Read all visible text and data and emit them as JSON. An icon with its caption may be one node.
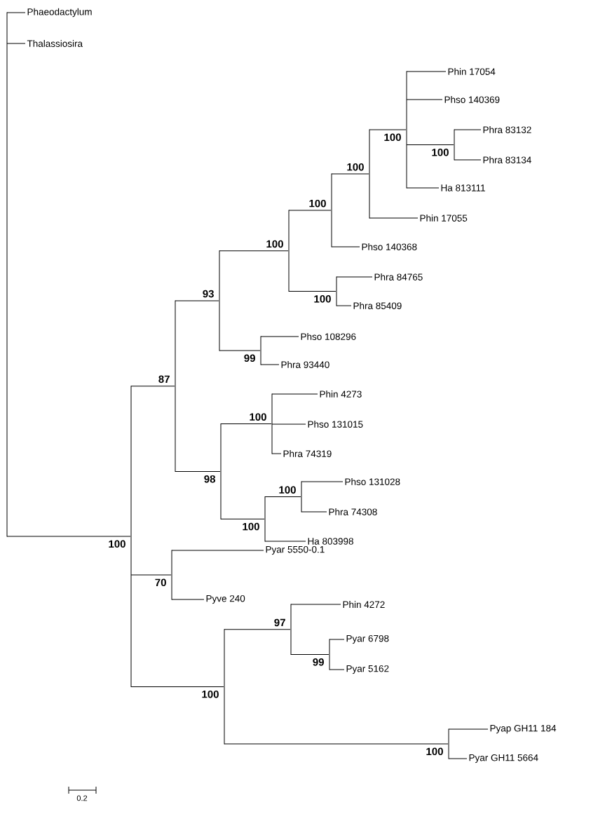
{
  "diagram": {
    "nodes": [
      {
        "text": [],
        "shape": "bar"
      },
      {
        "text": [
          "Phaeodactylum"
        ]
      },
      {
        "text": [
          "Thalassiosira"
        ]
      },
      {
        "text": [],
        "shape": "bar"
      },
      {
        "text": [],
        "shape": "bar"
      },
      {
        "text": [],
        "shape": "bar"
      },
      {
        "text": [],
        "shape": "bar"
      },
      {
        "text": [],
        "shape": "bar"
      },
      {
        "text": [],
        "shape": "bar"
      },
      {
        "text": [],
        "shape": "bar"
      },
      {
        "text": [
          "Phin 17054"
        ]
      },
      {
        "text": [
          "Phso 140369"
        ]
      },
      {
        "text": [],
        "shape": "bar"
      },
      {
        "text": [
          "Phra 83132"
        ]
      },
      {
        "text": [
          "Phra 83134"
        ]
      },
      {
        "text": [
          "Ha 813111"
        ]
      },
      {
        "text": [
          "Phin 17055"
        ]
      },
      {
        "text": [
          "Phso 140368"
        ]
      },
      {
        "text": [],
        "shape": "bar"
      },
      {
        "text": [
          "Phra 84765"
        ]
      },
      {
        "text": [
          "Phra 85409"
        ]
      },
      {
        "text": [],
        "shape": "bar"
      },
      {
        "text": [
          "Phso 108296"
        ]
      },
      {
        "text": [
          "Phra 93440"
        ]
      },
      {
        "text": [],
        "shape": "bar"
      },
      {
        "text": [],
        "shape": "bar"
      },
      {
        "text": [
          "Phin 4273"
        ]
      },
      {
        "text": [
          "Phso 131015"
        ]
      },
      {
        "text": [
          "Phra 74319"
        ]
      },
      {
        "text": [],
        "shape": "bar"
      },
      {
        "text": [],
        "shape": "bar"
      },
      {
        "text": [
          "Phso 131028"
        ]
      },
      {
        "text": [
          "Phra 74308"
        ]
      },
      {
        "text": [
          "Ha 803998"
        ]
      },
      {
        "text": [],
        "shape": "bar"
      },
      {
        "text": [
          "Pyar 5550-0.1"
        ]
      },
      {
        "text": [
          "Pyve 240"
        ]
      },
      {
        "text": [],
        "shape": "bar"
      },
      {
        "text": [],
        "shape": "bar"
      },
      {
        "text": [
          "Phin 4272"
        ]
      },
      {
        "text": [],
        "shape": "bar"
      },
      {
        "text": [
          "Pyar 6798"
        ]
      },
      {
        "text": [
          "Pyar 5162"
        ]
      },
      {
        "text": [],
        "shape": "bar"
      },
      {
        "text": [
          "Pyap GH11 184"
        ]
      },
      {
        "text": [
          "Pyar GH11 5664"
        ]
      }
    ],
    "edges": [
      {
        "from": 0,
        "to": 1,
        "arrow": "none"
      },
      {
        "from": 0,
        "to": 2,
        "arrow": "none"
      },
      {
        "from": 0,
        "to": 3,
        "arrow": "none",
        "label": "100"
      },
      {
        "from": 3,
        "to": 4,
        "arrow": "none",
        "label": "87"
      },
      {
        "from": 3,
        "to": 34,
        "arrow": "none",
        "label": "70"
      },
      {
        "from": 3,
        "to": 37,
        "arrow": "none",
        "label": "100"
      },
      {
        "from": 4,
        "to": 5,
        "arrow": "none",
        "label": "93"
      },
      {
        "from": 4,
        "to": 24,
        "arrow": "none",
        "label": "98"
      },
      {
        "from": 5,
        "to": 6,
        "arrow": "none",
        "label": "100"
      },
      {
        "from": 5,
        "to": 21,
        "arrow": "none",
        "label": "99"
      },
      {
        "from": 6,
        "to": 7,
        "arrow": "none",
        "label": "100"
      },
      {
        "from": 6,
        "to": 18,
        "arrow": "none",
        "label": "100"
      },
      {
        "from": 7,
        "to": 8,
        "arrow": "none",
        "label": "100"
      },
      {
        "from": 7,
        "to": 17,
        "arrow": "none"
      },
      {
        "from": 8,
        "to": 9,
        "arrow": "none",
        "label": "100"
      },
      {
        "from": 8,
        "to": 16,
        "arrow": "none"
      },
      {
        "from": 9,
        "to": 10,
        "arrow": "none"
      },
      {
        "from": 9,
        "to": 11,
        "arrow": "none"
      },
      {
        "from": 9,
        "to": 12,
        "arrow": "none",
        "label": "100"
      },
      {
        "from": 9,
        "to": 15,
        "arrow": "none"
      },
      {
        "from": 12,
        "to": 13,
        "arrow": "none"
      },
      {
        "from": 12,
        "to": 14,
        "arrow": "none"
      },
      {
        "from": 18,
        "to": 19,
        "arrow": "none"
      },
      {
        "from": 18,
        "to": 20,
        "arrow": "none"
      },
      {
        "from": 21,
        "to": 22,
        "arrow": "none"
      },
      {
        "from": 21,
        "to": 23,
        "arrow": "none"
      },
      {
        "from": 24,
        "to": 25,
        "arrow": "none",
        "label": "100"
      },
      {
        "from": 24,
        "to": 29,
        "arrow": "none",
        "label": "100"
      },
      {
        "from": 25,
        "to": 26,
        "arrow": "none"
      },
      {
        "from": 25,
        "to": 27,
        "arrow": "none"
      },
      {
        "from": 25,
        "to": 28,
        "arrow": "none"
      },
      {
        "from": 29,
        "to": 30,
        "arrow": "none",
        "label": "100"
      },
      {
        "from": 29,
        "to": 33,
        "arrow": "none"
      },
      {
        "from": 30,
        "to": 31,
        "arrow": "none"
      },
      {
        "from": 30,
        "to": 32,
        "arrow": "none"
      },
      {
        "from": 34,
        "to": 35,
        "arrow": "none"
      },
      {
        "from": 34,
        "to": 36,
        "arrow": "none"
      },
      {
        "from": 37,
        "to": 38,
        "arrow": "none",
        "label": "97"
      },
      {
        "from": 37,
        "to": 43,
        "arrow": "none",
        "label": "100"
      },
      {
        "from": 38,
        "to": 39,
        "arrow": "none"
      },
      {
        "from": 38,
        "to": 40,
        "arrow": "none",
        "label": "99"
      },
      {
        "from": 40,
        "to": 41,
        "arrow": "none"
      },
      {
        "from": 40,
        "to": 42,
        "arrow": "none"
      },
      {
        "from": 43,
        "to": 44,
        "arrow": "none"
      },
      {
        "from": 43,
        "to": 45,
        "arrow": "none"
      }
    ],
    "labels": [
      "0.2"
    ]
  }
}
